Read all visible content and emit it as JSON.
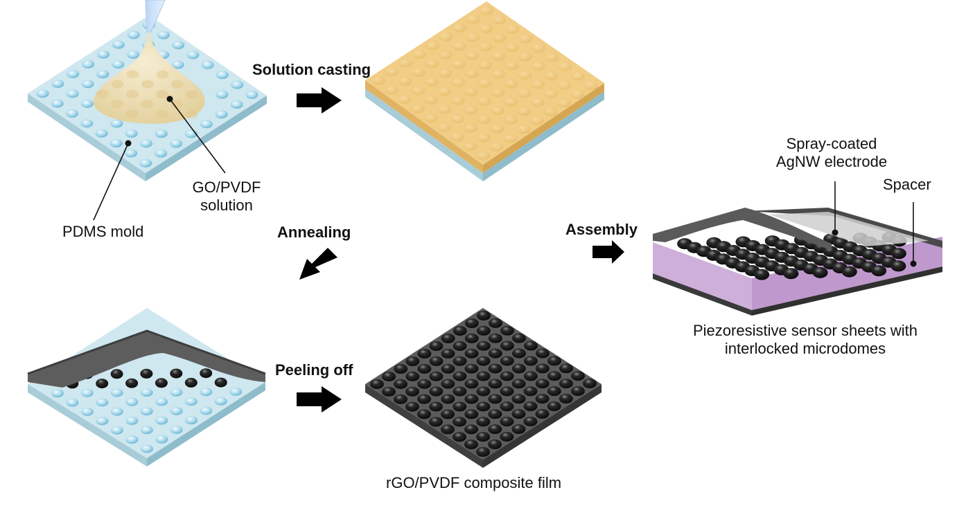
{
  "steps": {
    "solution_casting": "Solution casting",
    "annealing": "Annealing",
    "peeling_off": "Peeling off",
    "assembly": "Assembly"
  },
  "labels": {
    "pdms_mold": "PDMS mold",
    "go_pvdf_line1": "GO/PVDF",
    "go_pvdf_line2": "solution",
    "composite_film": "rGO/PVDF composite film",
    "spray_line1": "Spray-coated",
    "spray_line2": "AgNW electrode",
    "spacer": "Spacer",
    "sensor_line1": "Piezoresistive sensor sheets with",
    "sensor_line2": "interlocked microdomes"
  },
  "colors": {
    "mold_top": "#cfe8f0",
    "mold_side": "#a9cfdb",
    "dome_blue": "#9dd4ea",
    "solution": "#e9d7a8",
    "film_orange": "#f0c676",
    "film_dark": "#5c5c5c",
    "dome_black": "#1e1e1e",
    "spacer_purple": "#b48fc4",
    "arrow": "#000000"
  }
}
